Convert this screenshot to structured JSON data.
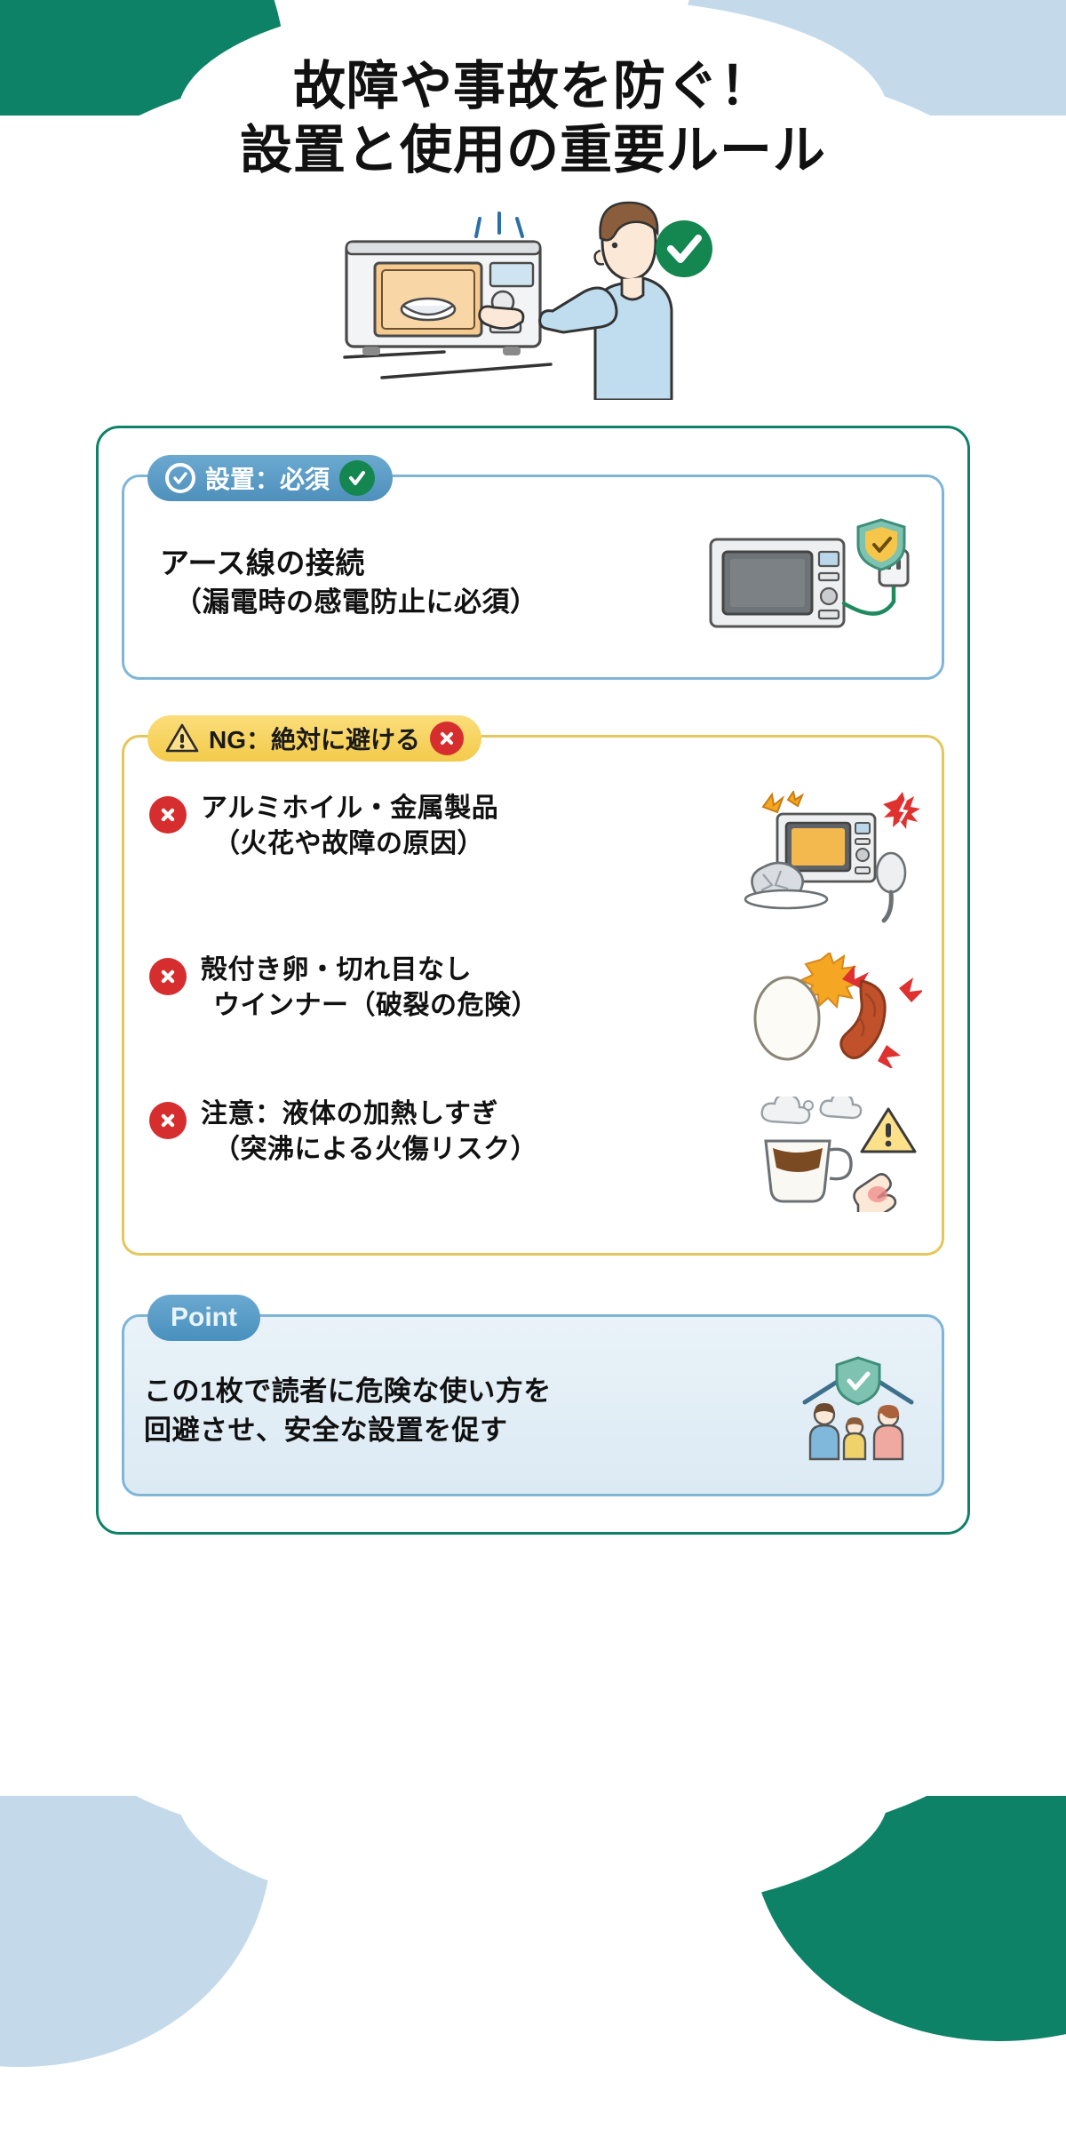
{
  "theme": {
    "green": "#0D8267",
    "light_blue": "#C4DAEA",
    "badge_blue": "#4E90BC",
    "badge_yellow": "#F3CB4B",
    "danger_red": "#D62E2E",
    "check_green": "#14864F",
    "panel_border": "#0E8268",
    "card_blue_border": "#7FB6D6",
    "card_yellow_border": "#E4C75B"
  },
  "title": {
    "line1": "故障や事故を防ぐ！",
    "line2": "設置と使用の重要ルール"
  },
  "hero": {
    "alt": "人が電子レンジに皿を入れているイラスト",
    "status_icon": "check-circle-icon"
  },
  "cards": [
    {
      "id": "install",
      "badge": {
        "icon_left": "check-circle-icon",
        "label": "設置：必須",
        "icon_right": "check-circle-icon"
      },
      "line1": "アース線の接続",
      "line2": "（漏電時の感電防止に必須）",
      "art": "microwave-with-plug-and-shield-icon"
    },
    {
      "id": "ng",
      "badge": {
        "icon_left": "warning-triangle-icon",
        "label": "NG：絶対に避ける",
        "icon_right": "x-circle-icon"
      },
      "items": [
        {
          "icon": "x-circle-icon",
          "line1": "アルミホイル・金属製品",
          "line2": "（火花や故障の原因）",
          "art": "foil-spoon-sparks-icon"
        },
        {
          "icon": "x-circle-icon",
          "line1": "殻付き卵・切れ目なし",
          "line2": "ウインナー（破裂の危険）",
          "art": "egg-sausage-burst-icon"
        },
        {
          "icon": "x-circle-icon",
          "line1": "注意：液体の加熱しすぎ",
          "line2": "（突沸による火傷リスク）",
          "art": "hot-mug-steam-hand-icon"
        }
      ]
    },
    {
      "id": "point",
      "badge": {
        "label": "Point"
      },
      "line1": "この1枚で読者に危険な使い方を",
      "line2": "回避させ、安全な設置を促す",
      "art": "family-home-shield-icon"
    }
  ]
}
